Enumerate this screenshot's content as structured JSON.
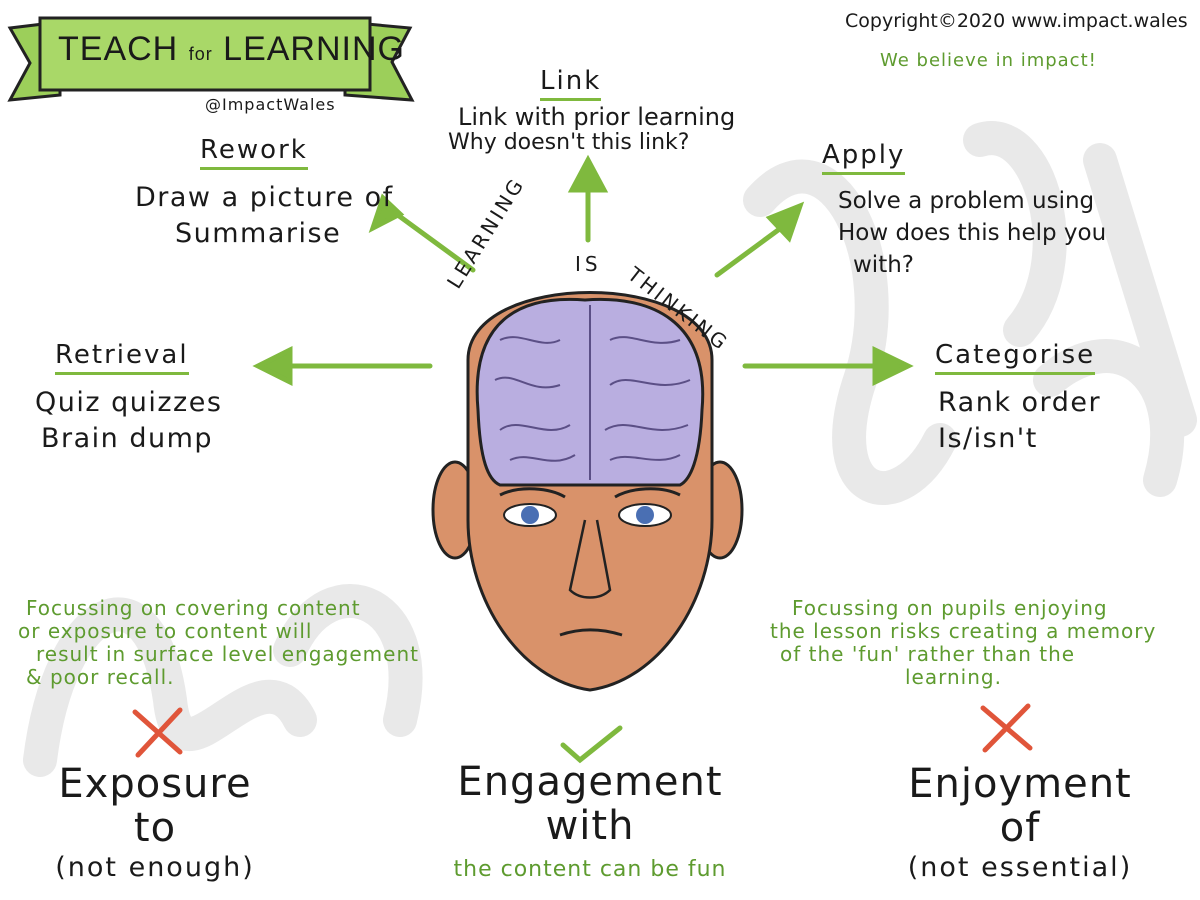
{
  "banner": {
    "title_main_1": "TEACH",
    "title_for": "for",
    "title_main_2": "LEARNING",
    "handle": "@ImpactWales"
  },
  "copyright": {
    "line": "Copyright©2020 www.impact.wales",
    "tagline": "We believe in impact!"
  },
  "center_arc_words": [
    "LEARNING",
    "IS",
    "THINKING"
  ],
  "branches": {
    "link": {
      "heading": "Link",
      "lines": [
        "Link with prior learning",
        "Why doesn't this link?"
      ]
    },
    "rework": {
      "heading": "Rework",
      "lines": [
        "Draw a picture of",
        "Summarise"
      ]
    },
    "apply": {
      "heading": "Apply",
      "lines": [
        "Solve a problem using",
        "How does this help you",
        "with?"
      ]
    },
    "retrieval": {
      "heading": "Retrieval",
      "lines": [
        "Quiz quizzes",
        "Brain dump"
      ]
    },
    "categorise": {
      "heading": "Categorise",
      "lines": [
        "Rank order",
        "Is/isn't"
      ]
    }
  },
  "notes": {
    "left": [
      "Focussing on covering content",
      "or exposure to content will",
      "result in surface level engagement",
      "& poor recall."
    ],
    "right": [
      "Focussing on pupils enjoying",
      "the lesson risks creating a memory",
      "of the 'fun' rather than the",
      "learning."
    ]
  },
  "bottom": {
    "exposure": {
      "line1": "Exposure",
      "line2": "to",
      "paren": "(not enough)"
    },
    "engagement": {
      "line1": "Engagement",
      "line2": "with",
      "sub": "the content can be fun"
    },
    "enjoyment": {
      "line1": "Enjoyment",
      "line2": "of",
      "paren": "(not essential)"
    }
  },
  "colors": {
    "accent_green": "#7fb93e",
    "note_green": "#5e9b2f",
    "cross_red": "#e0553a",
    "brain_lilac": "#b9aee0",
    "skin": "#d9926a"
  }
}
